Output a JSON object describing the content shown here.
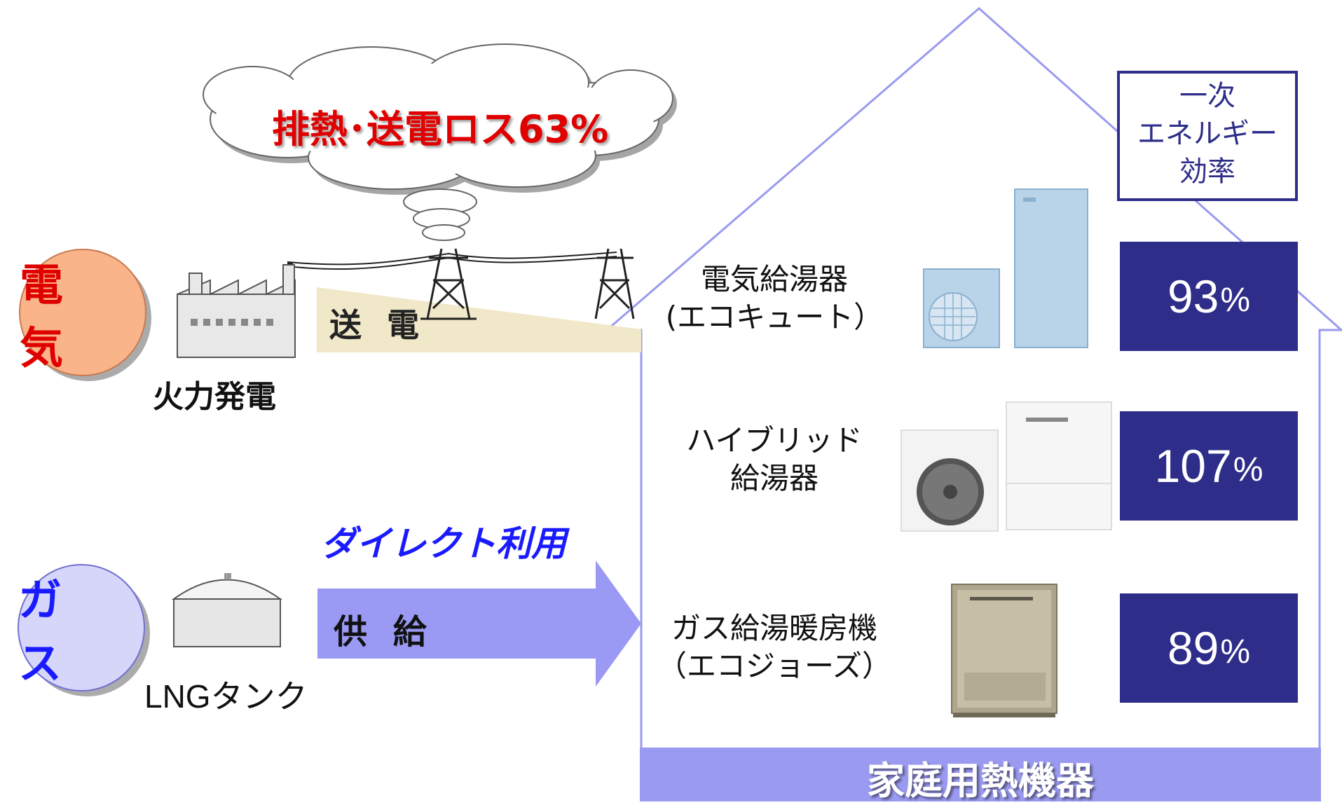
{
  "cloud": {
    "text": "排熱･送電ロス63%"
  },
  "electricity": {
    "circle_label": "電 気",
    "plant_label": "火力発電",
    "transmission_label": "送 電"
  },
  "gas": {
    "circle_label": "ガ ス",
    "tank_label": "LNGタンク",
    "direct_use_label": "ダイレクト利用",
    "supply_label": "供 給"
  },
  "house": {
    "footer_label": "家庭用熱機器",
    "efficiency_header": [
      "一次",
      "エネルギー",
      "効率"
    ],
    "devices": [
      {
        "name_line1": "電気給湯器",
        "name_line2": "(エコキュート）",
        "efficiency": "93",
        "unit": "%"
      },
      {
        "name_line1": "ハイブリッド",
        "name_line2": "給湯器",
        "efficiency": "107",
        "unit": "%"
      },
      {
        "name_line1": "ガス給湯暖房機",
        "name_line2": "（エコジョーズ）",
        "efficiency": "89",
        "unit": "%"
      }
    ]
  },
  "colors": {
    "electric_circle": "#f9b48a",
    "gas_circle": "#d6d6fb",
    "house_outline": "#9a9af0",
    "arrow_fill": "#9a9af5",
    "efficiency_box": "#2e2e8a",
    "loss_text": "#e00000",
    "direct_text": "#1a1aff",
    "transmission_band": "#f0e8c8"
  }
}
